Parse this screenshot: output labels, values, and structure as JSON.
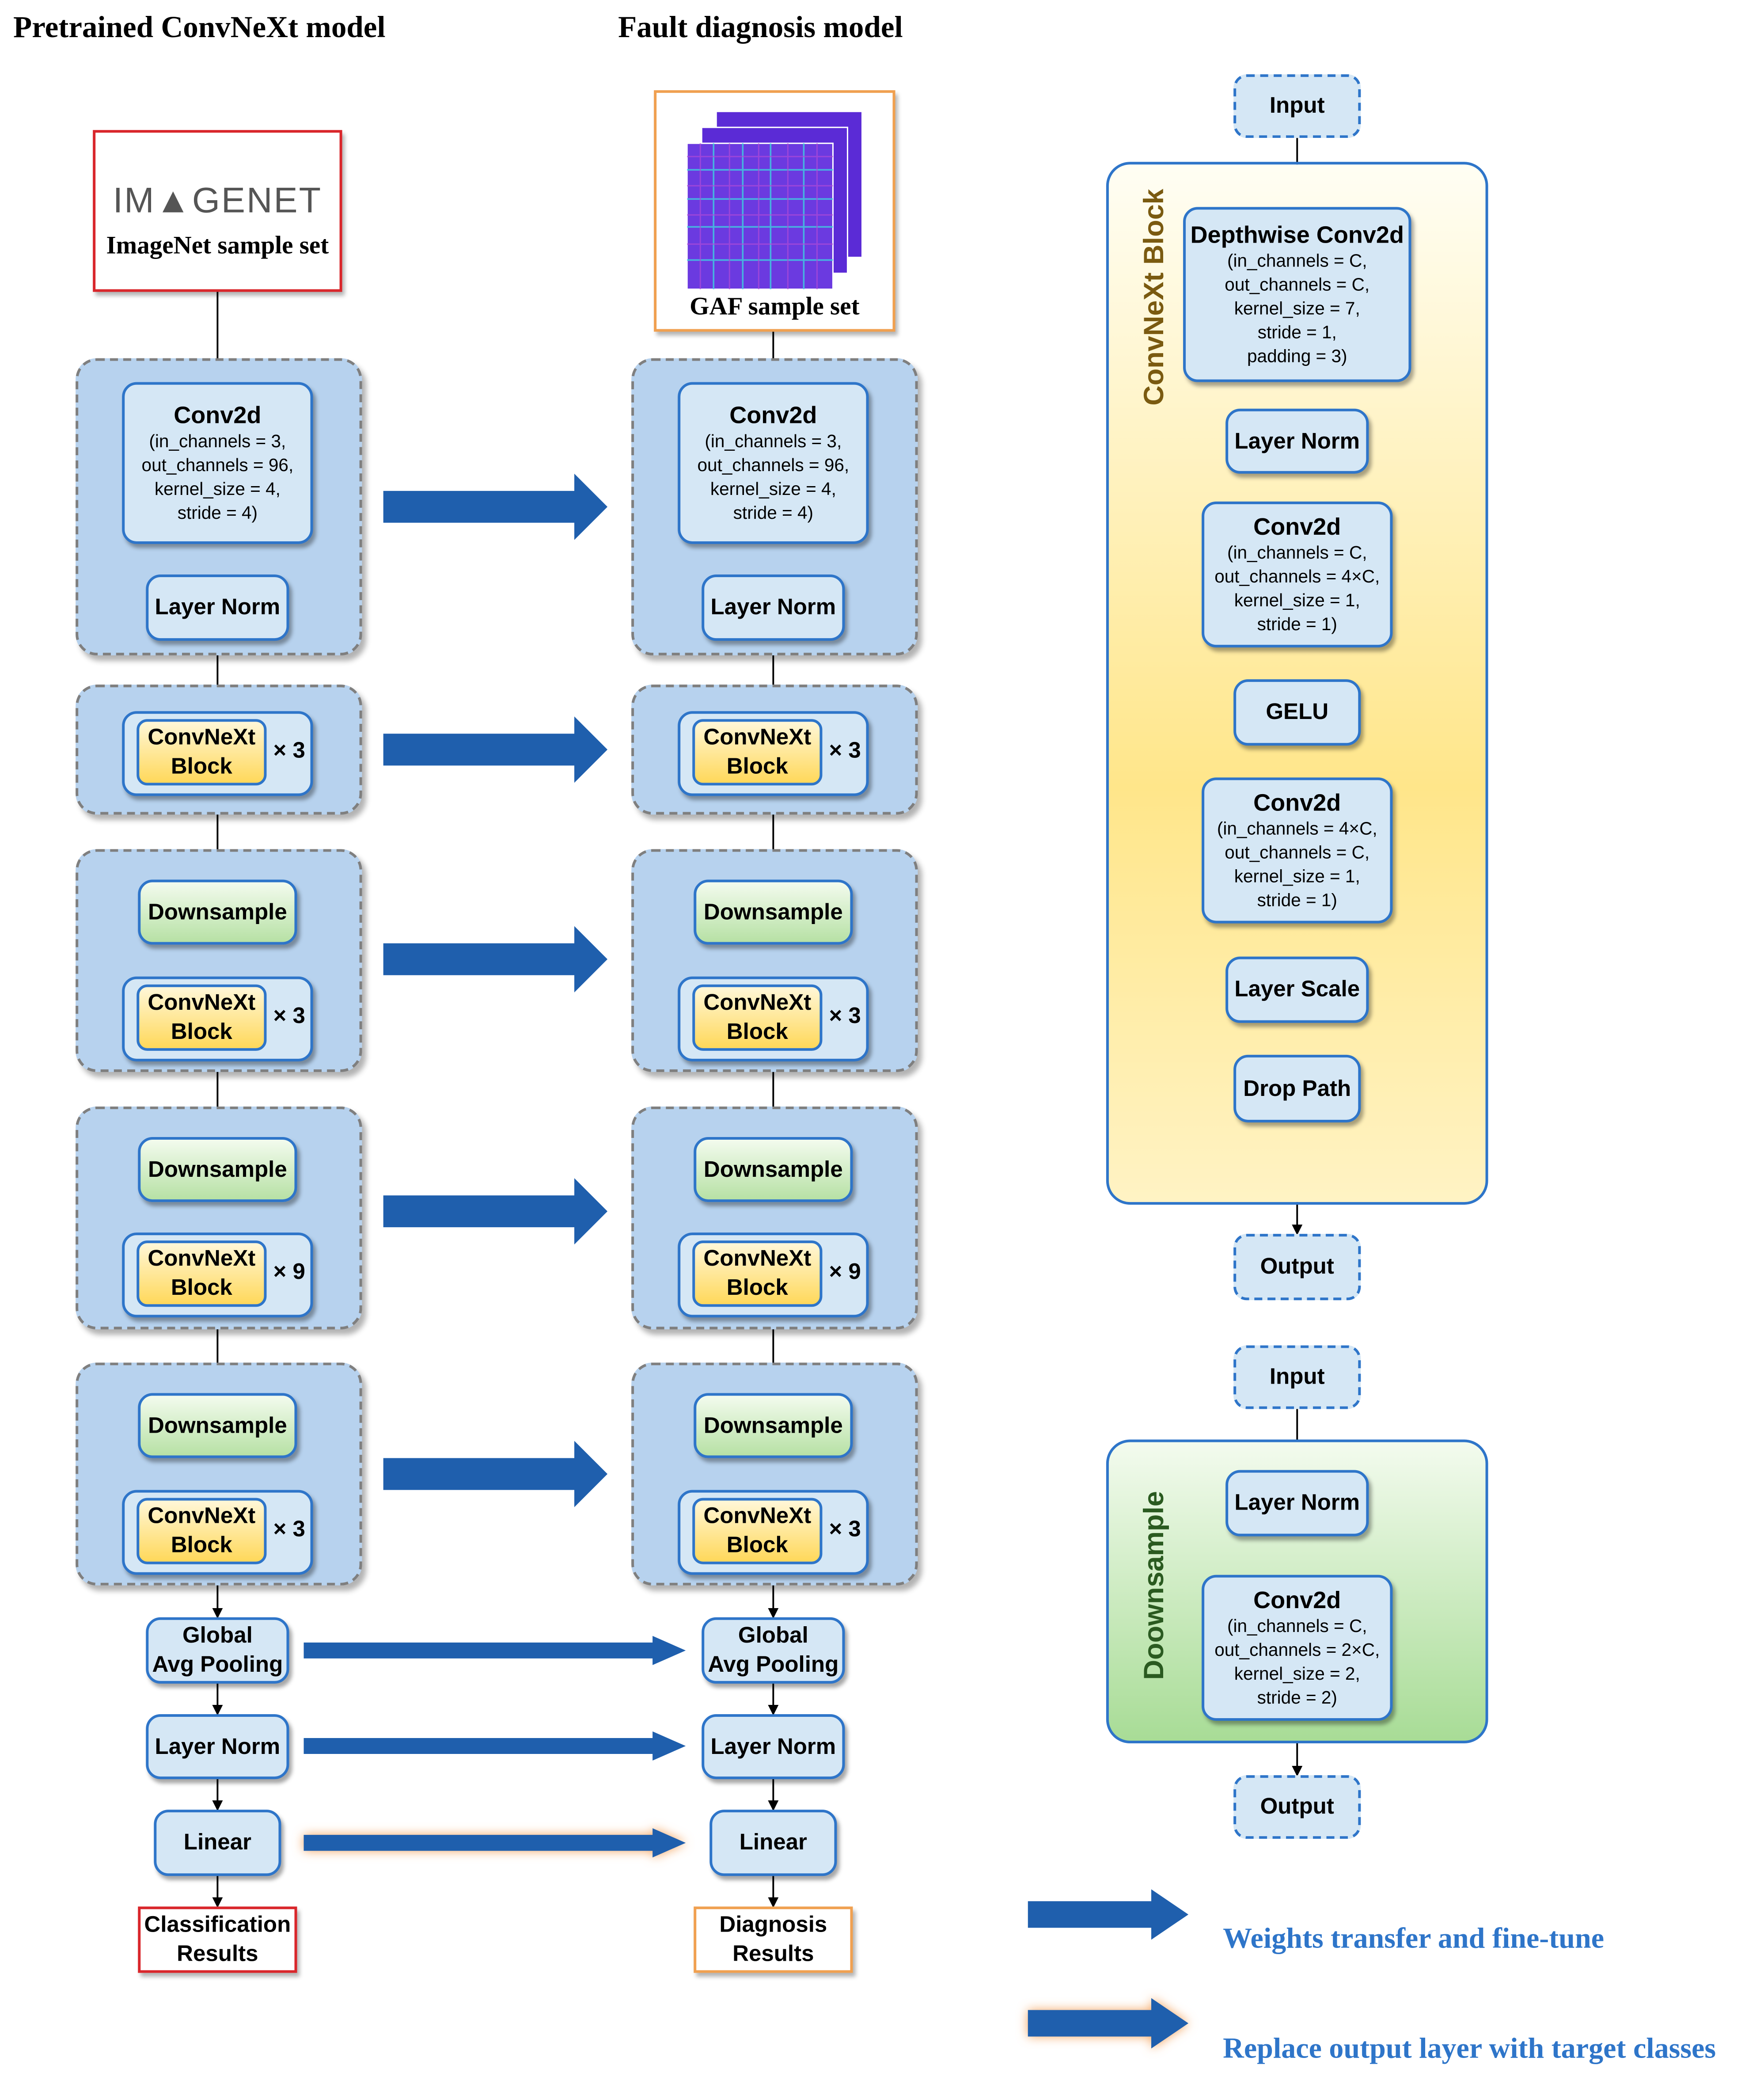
{
  "titles": {
    "pretrained": "Pretrained ConvNeXt model",
    "fault": "Fault diagnosis model"
  },
  "inputs": {
    "imagenet_logo": "IM▲GENET",
    "imagenet_label": "ImageNet sample set",
    "gaf_label": "GAF sample set"
  },
  "stem": {
    "conv_title": "Conv2d",
    "conv_params": [
      "(in_channels = 3,",
      "out_channels = 96,",
      "kernel_size = 4,",
      "stride = 4)"
    ],
    "norm": "Layer Norm"
  },
  "stages": {
    "convnext_block": [
      "ConvNeXt",
      "Block"
    ],
    "downsample": "Downsample",
    "multipliers": [
      "× 3",
      "× 3",
      "× 9",
      "× 3"
    ]
  },
  "head": {
    "pool": [
      "Global",
      "Avg Pooling"
    ],
    "norm": "Layer Norm",
    "linear": "Linear",
    "classification": [
      "Classification",
      "Results"
    ],
    "diagnosis": [
      "Diagnosis",
      "Results"
    ]
  },
  "block_detail": {
    "side_label": "ConvNeXt Block",
    "input": "Input",
    "output": "Output",
    "dw_title": "Depthwise Conv2d",
    "dw_params": [
      "(in_channels = C,",
      "out_channels = C,",
      "kernel_size = 7,",
      "stride = 1,",
      "padding = 3)"
    ],
    "norm": "Layer Norm",
    "conv1_title": "Conv2d",
    "conv1_params": [
      "(in_channels = C,",
      "out_channels = 4×C,",
      "kernel_size = 1,",
      "stride = 1)"
    ],
    "gelu": "GELU",
    "conv2_title": "Conv2d",
    "conv2_params": [
      "(in_channels = 4×C,",
      "out_channels = C,",
      "kernel_size = 1,",
      "stride = 1)"
    ],
    "scale": "Layer Scale",
    "drop": "Drop Path",
    "plus": "+"
  },
  "down_detail": {
    "side_label": "Doownsample",
    "input": "Input",
    "output": "Output",
    "norm": "Layer Norm",
    "conv_title": "Conv2d",
    "conv_params": [
      "(in_channels = C,",
      "out_channels = 2×C,",
      "kernel_size = 2,",
      "stride = 2)"
    ]
  },
  "legend": {
    "transfer": "Weights transfer and fine-tune",
    "replace": "Replace output layer with target classes"
  },
  "colors": {
    "arrow_blue": "#1f5fad",
    "box_border": "#2e75c9",
    "box_fill": "#d5e7f5",
    "stage_fill": "#b7d2ee",
    "glow": "#f4a460",
    "legend_text": "#2e75c9"
  }
}
